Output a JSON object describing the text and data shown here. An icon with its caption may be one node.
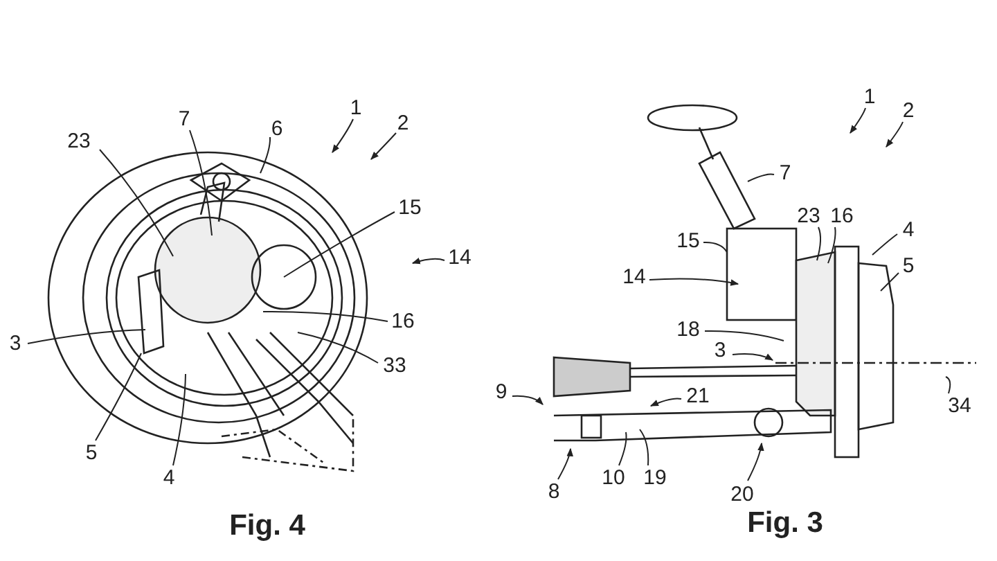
{
  "diagram": {
    "nodes": [
      {
        "text": [
          "23"
        ]
      },
      {
        "text": [
          "7"
        ]
      },
      {
        "text": [
          "6"
        ]
      },
      {
        "text": [
          "1"
        ]
      },
      {
        "text": [
          "2"
        ]
      },
      {
        "text": [
          "15"
        ]
      },
      {
        "text": [
          "14"
        ]
      },
      {
        "text": [
          "16"
        ]
      },
      {
        "text": [
          "3"
        ]
      },
      {
        "text": [
          "33"
        ]
      },
      {
        "text": [
          "5"
        ]
      },
      {
        "text": [
          "4"
        ]
      },
      {
        "text": [
          "1"
        ]
      },
      {
        "text": [
          "2"
        ]
      },
      {
        "text": [
          "7"
        ]
      },
      {
        "text": [
          "23"
        ]
      },
      {
        "text": [
          "16"
        ]
      },
      {
        "text": [
          "4"
        ]
      },
      {
        "text": [
          "5"
        ]
      },
      {
        "text": [
          "15"
        ]
      },
      {
        "text": [
          "14"
        ]
      },
      {
        "text": [
          "18"
        ]
      },
      {
        "text": [
          "3"
        ]
      },
      {
        "text": [
          "34"
        ]
      },
      {
        "text": [
          "9"
        ]
      },
      {
        "text": [
          "21"
        ]
      },
      {
        "text": [
          "8"
        ]
      },
      {
        "text": [
          "10"
        ]
      },
      {
        "text": [
          "19"
        ]
      },
      {
        "text": [
          "20"
        ]
      }
    ],
    "edges": [
      {
        "from": 0,
        "to": null,
        "arrow": "none"
      },
      {
        "from": 1,
        "to": null,
        "arrow": "none"
      },
      {
        "from": 2,
        "to": null,
        "arrow": "none"
      },
      {
        "from": 3,
        "to": null,
        "arrow": "to"
      },
      {
        "from": 4,
        "to": null,
        "arrow": "to"
      },
      {
        "from": 5,
        "to": null,
        "arrow": "none"
      },
      {
        "from": 6,
        "to": null,
        "arrow": "to"
      },
      {
        "from": 7,
        "to": null,
        "arrow": "none"
      },
      {
        "from": 8,
        "to": null,
        "arrow": "none"
      },
      {
        "from": 9,
        "to": null,
        "arrow": "none"
      },
      {
        "from": 10,
        "to": null,
        "arrow": "none"
      },
      {
        "from": 11,
        "to": null,
        "arrow": "none"
      },
      {
        "from": 12,
        "to": null,
        "arrow": "to"
      },
      {
        "from": 13,
        "to": null,
        "arrow": "to"
      },
      {
        "from": 14,
        "to": null,
        "arrow": "none"
      },
      {
        "from": 15,
        "to": null,
        "arrow": "none"
      },
      {
        "from": 16,
        "to": null,
        "arrow": "none"
      },
      {
        "from": 17,
        "to": null,
        "arrow": "none"
      },
      {
        "from": 18,
        "to": null,
        "arrow": "none"
      },
      {
        "from": 19,
        "to": null,
        "arrow": "none"
      },
      {
        "from": 20,
        "to": null,
        "arrow": "to"
      },
      {
        "from": 21,
        "to": null,
        "arrow": "none"
      },
      {
        "from": 22,
        "to": null,
        "arrow": "to"
      },
      {
        "from": 23,
        "to": null,
        "arrow": "none"
      },
      {
        "from": 24,
        "to": null,
        "arrow": "to"
      },
      {
        "from": 25,
        "to": null,
        "arrow": "to"
      },
      {
        "from": 26,
        "to": null,
        "arrow": "to"
      },
      {
        "from": 27,
        "to": null,
        "arrow": "none"
      },
      {
        "from": 28,
        "to": null,
        "arrow": "none"
      },
      {
        "from": 29,
        "to": null,
        "arrow": "to"
      }
    ],
    "labels": [
      "Fig. 4",
      "Fig. 3"
    ]
  }
}
